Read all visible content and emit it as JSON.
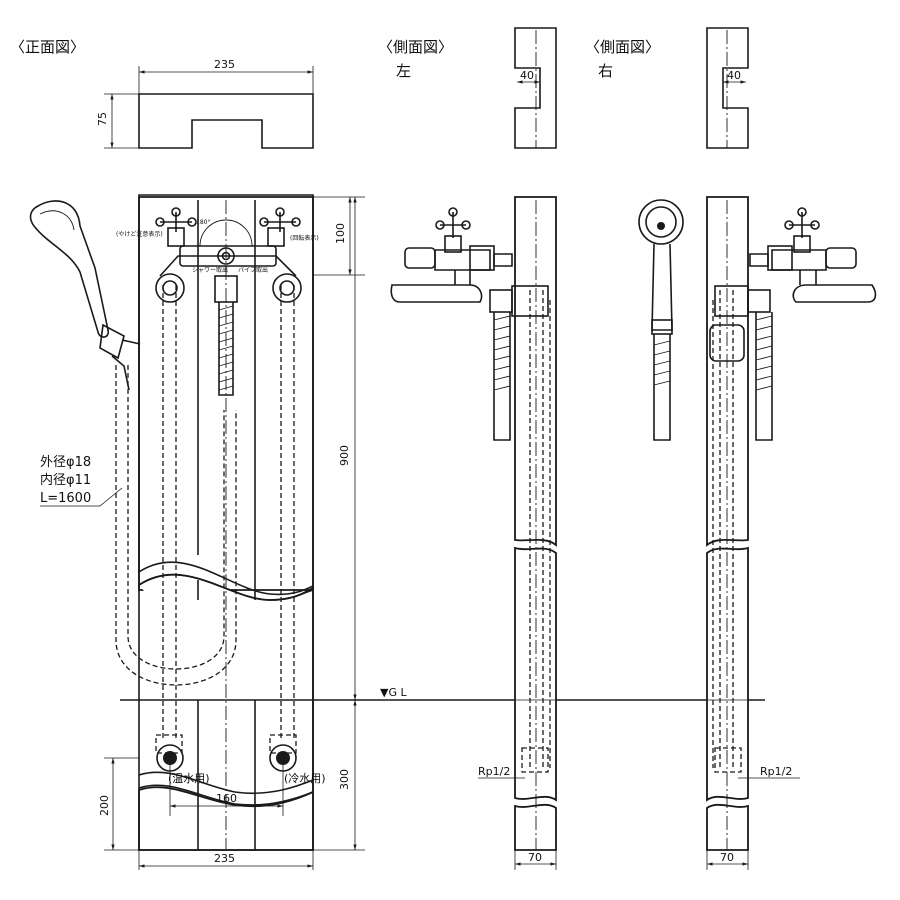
{
  "views": {
    "front_label": "〈正面図〉",
    "side_label": "〈側面図〉",
    "left_label": "左",
    "right_label": "右"
  },
  "dimensions": {
    "top_width": "235",
    "top_height": "75",
    "notch_left": "40",
    "notch_right": "40",
    "upper_height": "100",
    "total_height": "900",
    "lower_height": "300",
    "bottom_height": "200",
    "pipe_spacing": "160",
    "bottom_width": "235",
    "side_width_left": "70",
    "side_width_right": "70"
  },
  "hose": {
    "outer": "外径φ18",
    "inner": "内径φ11",
    "length": "L=1600"
  },
  "labels": {
    "angle": "180°",
    "left_small": "(やけど注意表示)",
    "right_small": "(回転表示)",
    "shower_outlet": "シャワー取出",
    "pipe_outlet": "パイプ取出",
    "hot_water": "(温水用)",
    "cold_water": "(冷水用)",
    "ground_level": "▼G L",
    "rp_left": "Rp1/2",
    "rp_right": "Rp1/2"
  },
  "colors": {
    "line": "#1a1a1a",
    "background": "#ffffff"
  }
}
